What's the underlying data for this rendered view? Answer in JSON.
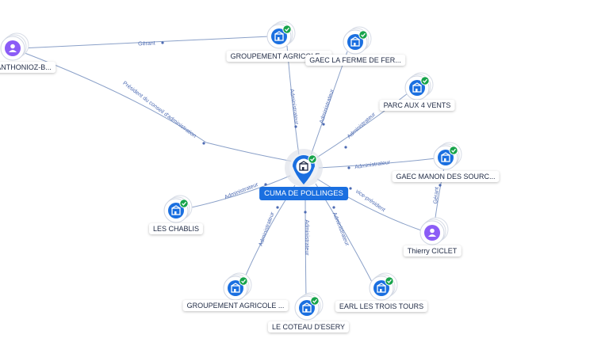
{
  "colors": {
    "company": "#1a6fe0",
    "person": "#8b5cf6",
    "check": "#16a34a",
    "edge": "#8aa0c8",
    "edge_label": "#4d6bb3",
    "center_label_bg": "#1a6fe0"
  },
  "icons": {
    "company": "building-icon",
    "person": "user-icon",
    "status": "check-icon"
  },
  "center": {
    "label": "CUMA DE POLLINGES"
  },
  "nodes": [
    {
      "id": "n_anthonioz",
      "type": "person",
      "label": "ANTHONIOZ-B...",
      "check": false
    },
    {
      "id": "n_ga1",
      "type": "company",
      "label": "GROUPEMENT AGRICOLE ...",
      "check": true
    },
    {
      "id": "n_gaec_ferme",
      "type": "company",
      "label": "GAEC LA FERME DE FER...",
      "check": true
    },
    {
      "id": "n_parc",
      "type": "company",
      "label": "PARC AUX 4 VENTS",
      "check": true
    },
    {
      "id": "n_gaec_manon",
      "type": "company",
      "label": "GAEC MANON DES SOURC...",
      "check": true
    },
    {
      "id": "n_ciclet",
      "type": "person",
      "label": "Thierry CICLET",
      "check": false
    },
    {
      "id": "n_earl",
      "type": "company",
      "label": "EARL LES TROIS TOURS",
      "check": true
    },
    {
      "id": "n_coteau",
      "type": "company",
      "label": "LE COTEAU D'ESERY",
      "check": true
    },
    {
      "id": "n_ga2",
      "type": "company",
      "label": "GROUPEMENT AGRICOLE ...",
      "check": true
    },
    {
      "id": "n_chablis",
      "type": "company",
      "label": "LES CHABLIS",
      "check": true
    }
  ],
  "edges": [
    {
      "id": "e_gerant_top",
      "from": "n_anthonioz",
      "to": "n_ga1",
      "label": "Gérant"
    },
    {
      "id": "e_president",
      "from": "n_anthonioz",
      "to": "center",
      "label": "Président du conseil d'administration"
    },
    {
      "id": "e_admin_ga1",
      "from": "n_ga1",
      "to": "center",
      "label": "Administrateur"
    },
    {
      "id": "e_admin_ferme",
      "from": "n_gaec_ferme",
      "to": "center",
      "label": "Administrateur"
    },
    {
      "id": "e_admin_parc",
      "from": "n_parc",
      "to": "center",
      "label": "Administrateur"
    },
    {
      "id": "e_admin_manon",
      "from": "n_gaec_manon",
      "to": "center",
      "label": "Administrateur"
    },
    {
      "id": "e_gerant_ciclet",
      "from": "n_ciclet",
      "to": "n_gaec_manon",
      "label": "Gérant"
    },
    {
      "id": "e_vice",
      "from": "n_ciclet",
      "to": "center",
      "label": "vice-président"
    },
    {
      "id": "e_admin_earl",
      "from": "n_earl",
      "to": "center",
      "label": "Administrateur"
    },
    {
      "id": "e_admin_coteau",
      "from": "n_coteau",
      "to": "center",
      "label": "Administrateur"
    },
    {
      "id": "e_admin_ga2",
      "from": "n_ga2",
      "to": "center",
      "label": "Administrateur"
    },
    {
      "id": "e_admin_chablis",
      "from": "n_chablis",
      "to": "center",
      "label": "Administrateur"
    }
  ]
}
